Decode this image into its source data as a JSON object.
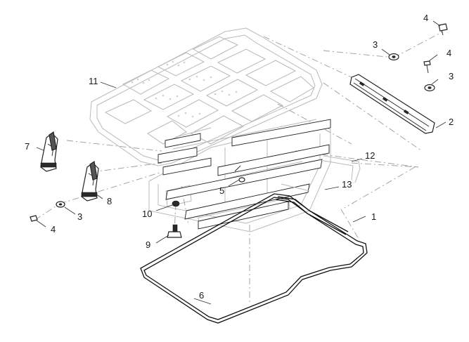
{
  "callouts": {
    "c1": "1",
    "c2": "2",
    "c3a": "3",
    "c3b": "3",
    "c3c": "3",
    "c4a": "4",
    "c4b": "4",
    "c4c": "4",
    "c5": "5",
    "c6": "6",
    "c7": "7",
    "c8": "8",
    "c9": "9",
    "c10": "10",
    "c11": "11",
    "c12": "12",
    "c13": "13"
  }
}
